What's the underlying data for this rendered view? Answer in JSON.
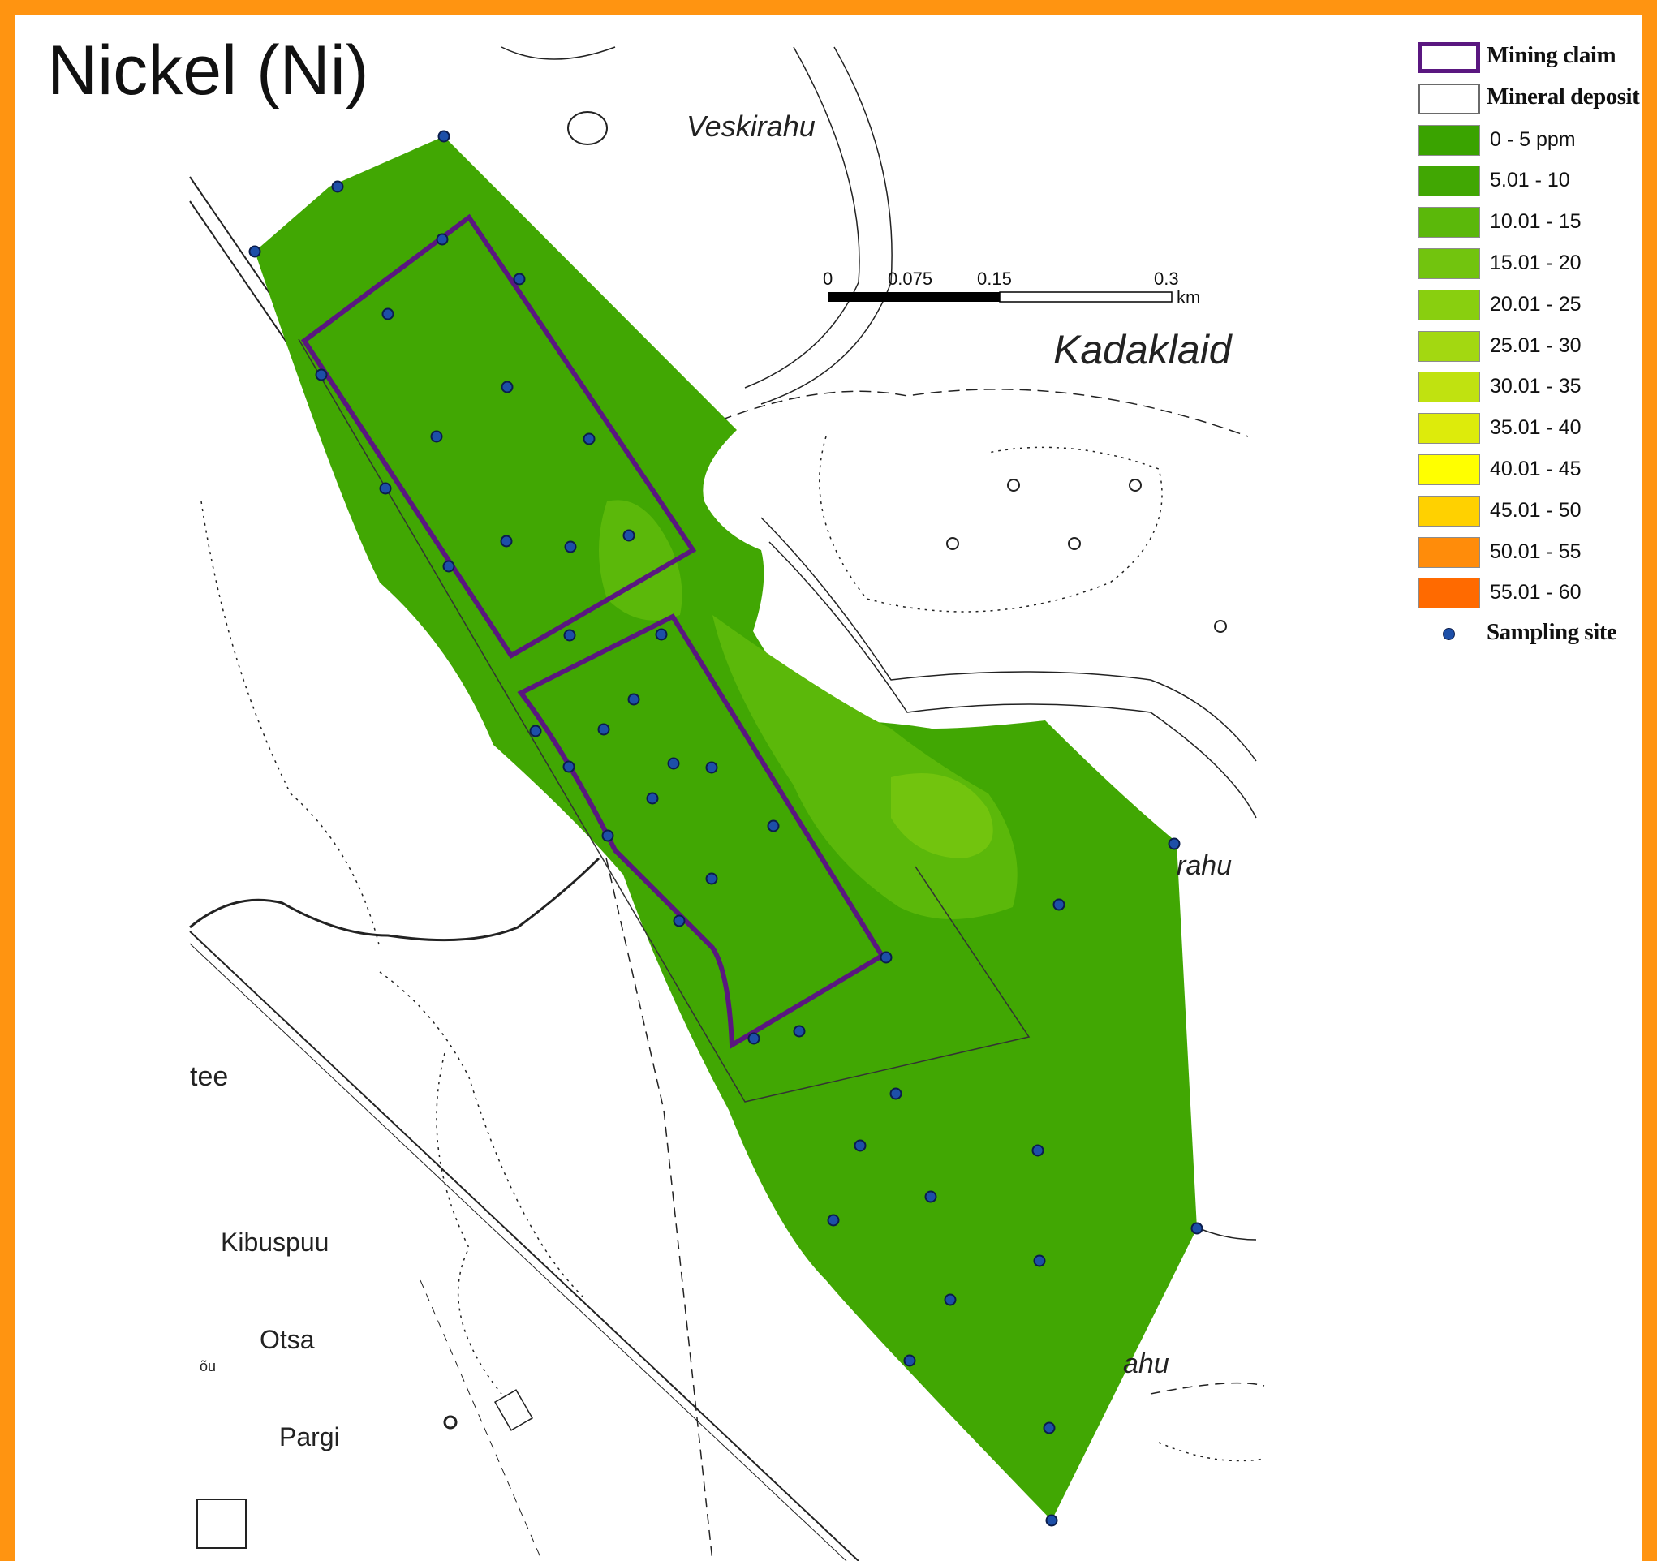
{
  "title": "Nickel (Ni)",
  "place_names": {
    "veskirahu": "Veskirahu",
    "kadaklaid": "Kadaklaid",
    "rahu": "rahu",
    "ahu": "ahu",
    "tee": "tee",
    "kibuspuu": "Kibuspuu",
    "otsa": "Otsa",
    "pargi": "Pargi",
    "ou": "õu"
  },
  "scale_bar": {
    "ticks": [
      "0",
      "0.075",
      "0.15",
      "0.3"
    ],
    "unit": "km"
  },
  "legend": {
    "mining_claim": "Mining claim",
    "mineral_deposit": "Mineral deposit",
    "classes": [
      {
        "label": "0 - 5  ppm",
        "color": "#3aa300"
      },
      {
        "label": "5.01 - 10",
        "color": "#41a703"
      },
      {
        "label": "10.01 - 15",
        "color": "#5bb80a"
      },
      {
        "label": "15.01 - 20",
        "color": "#72c40e"
      },
      {
        "label": "20.01 - 25",
        "color": "#89cf0f"
      },
      {
        "label": "25.01 - 30",
        "color": "#a3d811"
      },
      {
        "label": "30.01 - 35",
        "color": "#c0e210"
      },
      {
        "label": "35.01 - 40",
        "color": "#ddeb0b"
      },
      {
        "label": "40.01 - 45",
        "color": "#ffff00"
      },
      {
        "label": "45.01 - 50",
        "color": "#ffd100"
      },
      {
        "label": "50.01 - 55",
        "color": "#ff8c0a"
      },
      {
        "label": "55.01 - 60",
        "color": "#ff6a00"
      }
    ],
    "sampling_site": "Sampling site"
  },
  "colors": {
    "frame": "#ff9411",
    "claim_outline": "#5a1780",
    "sampling_site": "#1d4fa8",
    "base_green": "#41a703"
  }
}
